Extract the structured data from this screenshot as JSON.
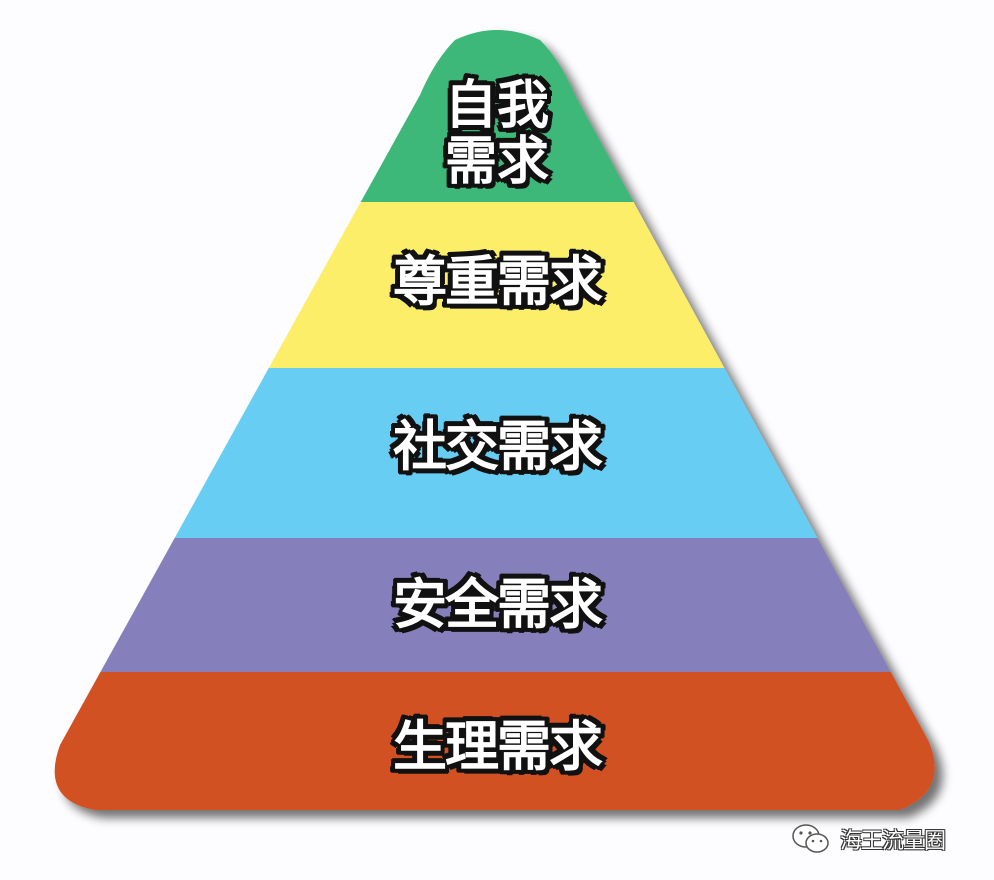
{
  "diagram": {
    "type": "pyramid",
    "title": "",
    "levels": [
      {
        "label_line1": "自我",
        "label_line2": "需求",
        "label": "自我需求",
        "color": "#3cb878"
      },
      {
        "label": "尊重需求",
        "color": "#fdee6a"
      },
      {
        "label": "社交需求",
        "color": "#67cdf2"
      },
      {
        "label": "安全需求",
        "color": "#857fbb"
      },
      {
        "label": "生理需求",
        "color": "#d15124"
      }
    ],
    "order": "top-to-bottom"
  },
  "watermark": {
    "icon": "wechat-icon",
    "text": "海王流量圈"
  }
}
